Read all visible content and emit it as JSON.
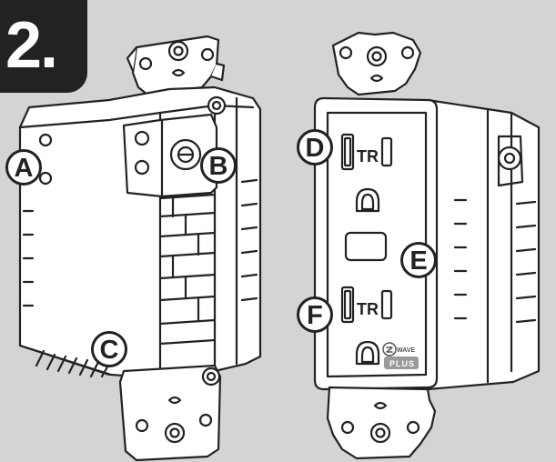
{
  "step_number": "2.",
  "labels": {
    "a": "A",
    "b": "B",
    "c": "C",
    "d": "D",
    "e": "E",
    "f": "F"
  },
  "outlet": {
    "top_slot_marking": "TR",
    "bottom_slot_marking": "TR",
    "logo_wave": "WAVE",
    "logo_plus": "PLUS"
  },
  "colors": {
    "background": "#d4d4d4",
    "body": "#ffffff",
    "outline": "#222222",
    "badge": "#222222"
  }
}
